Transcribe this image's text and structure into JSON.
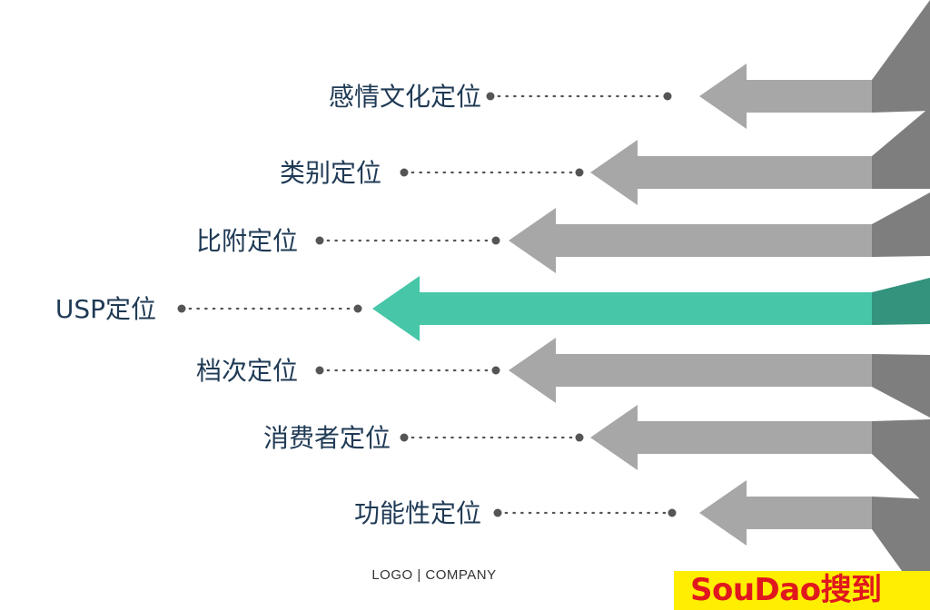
{
  "colors": {
    "label": "#1f3a55",
    "gray_arrow": "#a7a7a7",
    "gray_connector": "#7e7e7e",
    "highlight_arrow": "#47c6a8",
    "highlight_connector": "#33937c",
    "dots": "#555555",
    "watermark_bg": "#ffee00",
    "watermark_text": "#e0181e"
  },
  "items": [
    {
      "label": "感情文化定位",
      "highlight": false
    },
    {
      "label": "类别定位",
      "highlight": false
    },
    {
      "label": "比附定位",
      "highlight": false
    },
    {
      "label": "USP定位",
      "highlight": true
    },
    {
      "label": "档次定位",
      "highlight": false
    },
    {
      "label": "消费者定位",
      "highlight": false
    },
    {
      "label": "功能性定位",
      "highlight": false
    }
  ],
  "footer": {
    "text": "LOGO | COMPANY"
  },
  "watermark": {
    "text": "SouDao搜到"
  }
}
